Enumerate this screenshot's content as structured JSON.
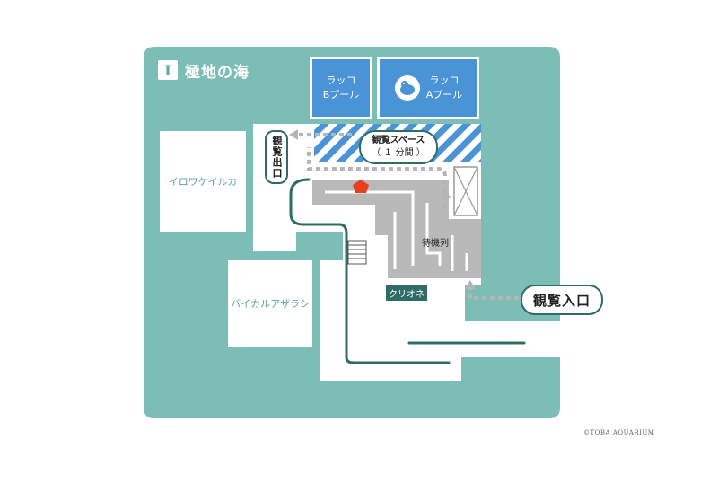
{
  "zone": {
    "badge": "I",
    "title": "極地の海"
  },
  "pools": {
    "b_pool": "ラッコ\nBプール",
    "a_pool": "ラッコ\nAプール"
  },
  "tanks": {
    "beluga": "イロワケイルカ",
    "baikal_seal": "バイカルアザラシ"
  },
  "viewing_space": {
    "line1": "観覧スペース",
    "line2": "（ １ 分間 ）"
  },
  "exit_label": "観覧出口",
  "entrance_label": "観覧入口",
  "queue_label": "待機列",
  "clione_label": "クリオネ",
  "icons": {
    "sea_otter": "sea-otter-icon",
    "current_position": "red-pentagon-marker"
  },
  "colors": {
    "background_teal": "#7cbdb5",
    "floor_white": "#ffffff",
    "pool_blue": "#4a93d6",
    "path_dark": "#2f6c66",
    "queue_gray": "#b8b8b8",
    "marker_red": "#e8401c",
    "arrow_gray": "#b5b5b5"
  },
  "copyright": "©TOBA AQUARIUM"
}
